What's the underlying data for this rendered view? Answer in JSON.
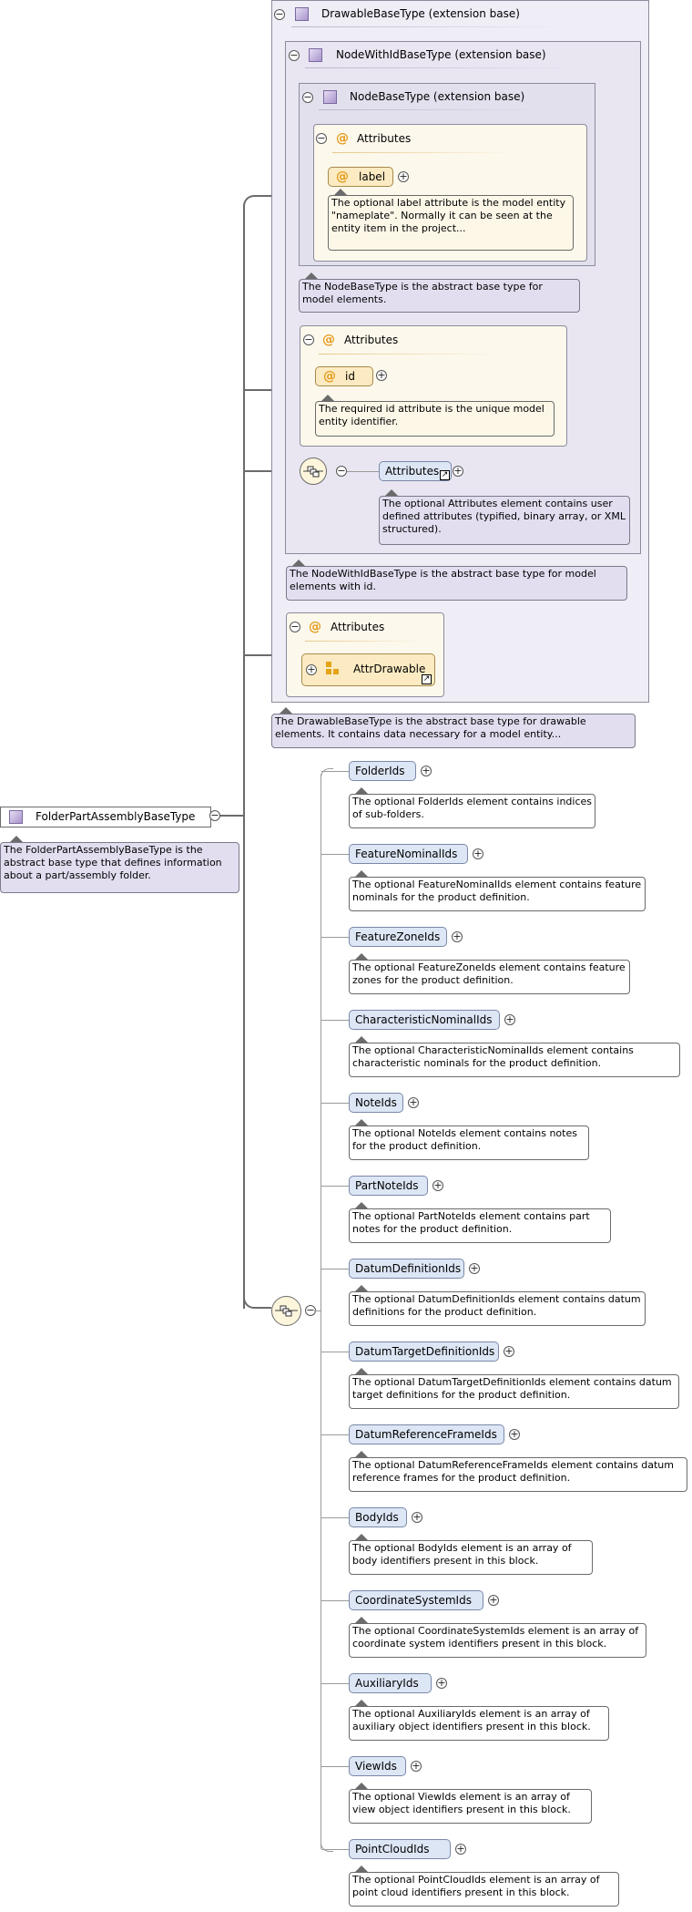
{
  "root": {
    "name": "FolderPartAssemblyBaseType",
    "doc": "The FolderPartAssemblyBaseType is the abstract base type that defines information about a part/assembly folder."
  },
  "drawable": {
    "title": "DrawableBaseType (extension base)",
    "doc": "The DrawableBaseType is the abstract base type for drawable elements. It contains data necessary for a model entity...",
    "attributes_title": "Attributes",
    "attr_group": "AttrDrawable"
  },
  "nodewithid": {
    "title": "NodeWithIdBaseType (extension base)",
    "doc": "The NodeWithIdBaseType is the abstract base type for model elements with id.",
    "attributes_title": "Attributes",
    "id_attr": "id",
    "id_doc": "The required id attribute is the unique model entity identifier.",
    "attributes_element": "Attributes",
    "attributes_element_doc": "The optional Attributes element contains user defined attributes (typified, binary array, or XML structured)."
  },
  "nodebase": {
    "title": "NodeBaseType (extension base)",
    "doc": "The NodeBaseType is the abstract base type for model elements.",
    "attributes_title": "Attributes",
    "label_attr": "label",
    "label_doc": "The optional label attribute is the model entity \"nameplate\". Normally it can be seen at the entity item in the project..."
  },
  "elements": [
    {
      "name": "FolderIds",
      "doc": "The optional FolderIds element contains indices of sub-folders."
    },
    {
      "name": "FeatureNominalIds",
      "doc": "The optional FeatureNominalIds element contains feature nominals for the product definition."
    },
    {
      "name": "FeatureZoneIds",
      "doc": "The optional FeatureZoneIds element contains feature zones for the product definition."
    },
    {
      "name": "CharacteristicNominalIds",
      "doc": "The optional CharacteristicNominalIds element contains characteristic nominals for the product definition."
    },
    {
      "name": "NoteIds",
      "doc": "The optional NoteIds element contains notes for the product definition."
    },
    {
      "name": "PartNoteIds",
      "doc": "The optional PartNoteIds element contains part notes for the product definition."
    },
    {
      "name": "DatumDefinitionIds",
      "doc": "The optional DatumDefinitionIds element contains datum definitions for the product definition."
    },
    {
      "name": "DatumTargetDefinitionIds",
      "doc": "The optional DatumTargetDefinitionIds element contains datum target definitions for the product definition."
    },
    {
      "name": "DatumReferenceFrameIds",
      "doc": "The optional DatumReferenceFrameIds element contains datum reference frames for the product definition."
    },
    {
      "name": "BodyIds",
      "doc": "The optional BodyIds element is an array of body identifiers present in this block."
    },
    {
      "name": "CoordinateSystemIds",
      "doc": "The optional CoordinateSystemIds element is an array of coordinate system identifiers present in this block."
    },
    {
      "name": "AuxiliaryIds",
      "doc": "The optional AuxiliaryIds element is an array of auxiliary object identifiers present in this block."
    },
    {
      "name": "ViewIds",
      "doc": "The optional ViewIds element is an array of view object identifiers present in this block."
    },
    {
      "name": "PointCloudIds",
      "doc": "The optional PointCloudIds element is an array of point cloud identifiers present in this block."
    }
  ]
}
